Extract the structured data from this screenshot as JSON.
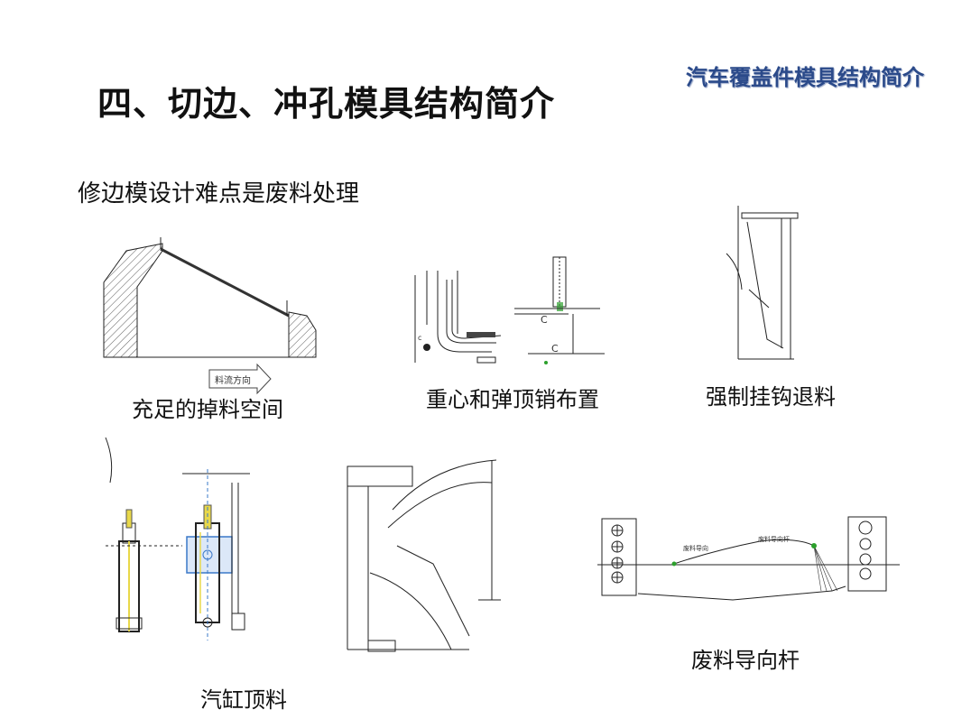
{
  "slide": {
    "title": "四、切边、冲孔模具结构简介",
    "brand": "汽车覆盖件模具结构简介",
    "subtitle": "修边模设计难点是废料处理"
  },
  "figures": [
    {
      "id": "scrap-space",
      "caption": "充足的掉料空间",
      "label": "料流方向"
    },
    {
      "id": "gravity-pins",
      "caption": "重心和弹顶销布置",
      "label_a": "C",
      "label_b": "C",
      "label_c": "c"
    },
    {
      "id": "forced-hook",
      "caption": "强制挂钩退料"
    },
    {
      "id": "cylinder-eject",
      "caption": "汽缸顶料"
    },
    {
      "id": "scrap-guide-rod",
      "caption": "废料导向杆",
      "label_a": "废料导向",
      "label_b": "废料导向杆"
    }
  ],
  "colors": {
    "brand": "#2b4a8a",
    "accent_yellow": "#e8d84a",
    "accent_blue": "#3a78c8",
    "accent_green": "#2ca02c"
  }
}
